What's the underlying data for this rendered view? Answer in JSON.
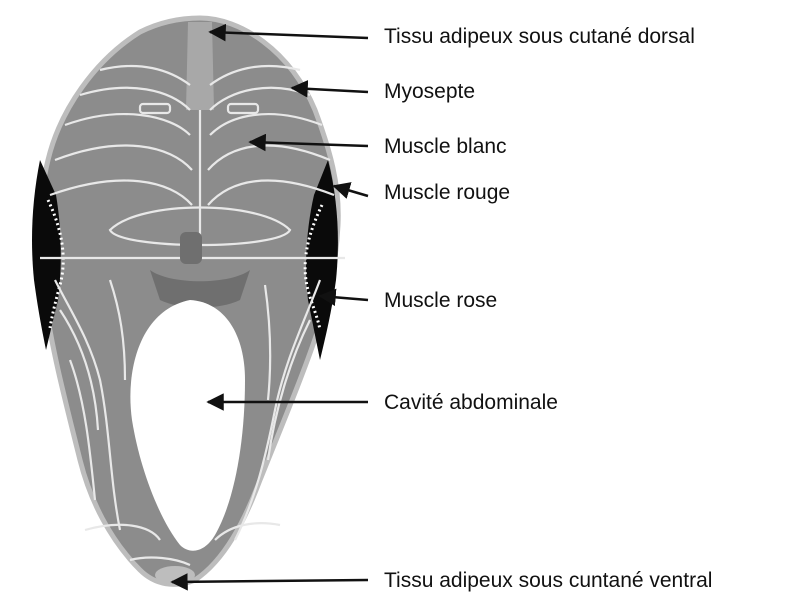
{
  "labels": {
    "dorsal_fat": "Tissu adipeux sous cutané dorsal",
    "myosepte": "Myosepte",
    "white_muscle": "Muscle blanc",
    "red_muscle": "Muscle rouge",
    "pink_muscle": "Muscle rose",
    "abdominal_cavity": "Cavité abdominale",
    "ventral_fat": "Tissu adipeux sous cuntané ventral"
  },
  "colors": {
    "flesh": "#8c8c8c",
    "flesh_dark": "#6f6f6f",
    "myosepte_lines": "#e8e8e8",
    "red_muscle": "#0a0a0a",
    "fat": "#bdbdbd",
    "arrow": "#111111"
  }
}
